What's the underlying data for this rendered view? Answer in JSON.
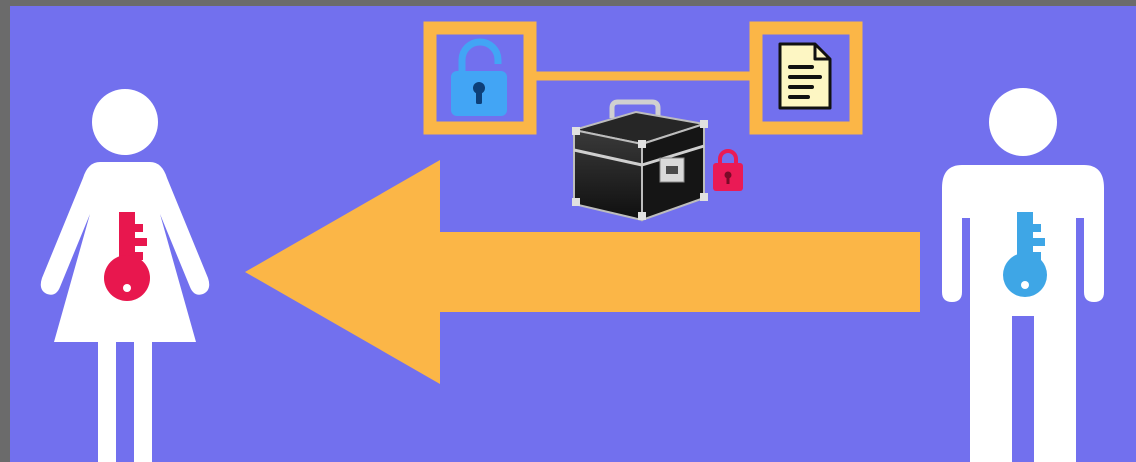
{
  "colors": {
    "background": "#7270ee",
    "frame_shadow": "#4a4a4a",
    "arrow": "#fbb647",
    "connector_boxes": "#fbb647",
    "figure": "#ffffff",
    "sender_key": "#e8174e",
    "recipient_key": "#3ea6e6",
    "unlocked_padlock": "#42a5f5",
    "document_fill": "#fdf6c3",
    "document_outline": "#111111",
    "small_padlock": "#ea1a55",
    "lockbox_body": "#1b1b1b",
    "lockbox_trim": "#c8c8c8"
  },
  "figures": [
    {
      "name": "woman-figure",
      "key_color": "sender_key"
    },
    {
      "name": "man-figure",
      "key_color": "recipient_key"
    }
  ],
  "icons": [
    "unlocked-padlock-icon",
    "document-icon",
    "lockbox-icon",
    "small-padlock-icon",
    "key-icon",
    "left-arrow-icon"
  ]
}
